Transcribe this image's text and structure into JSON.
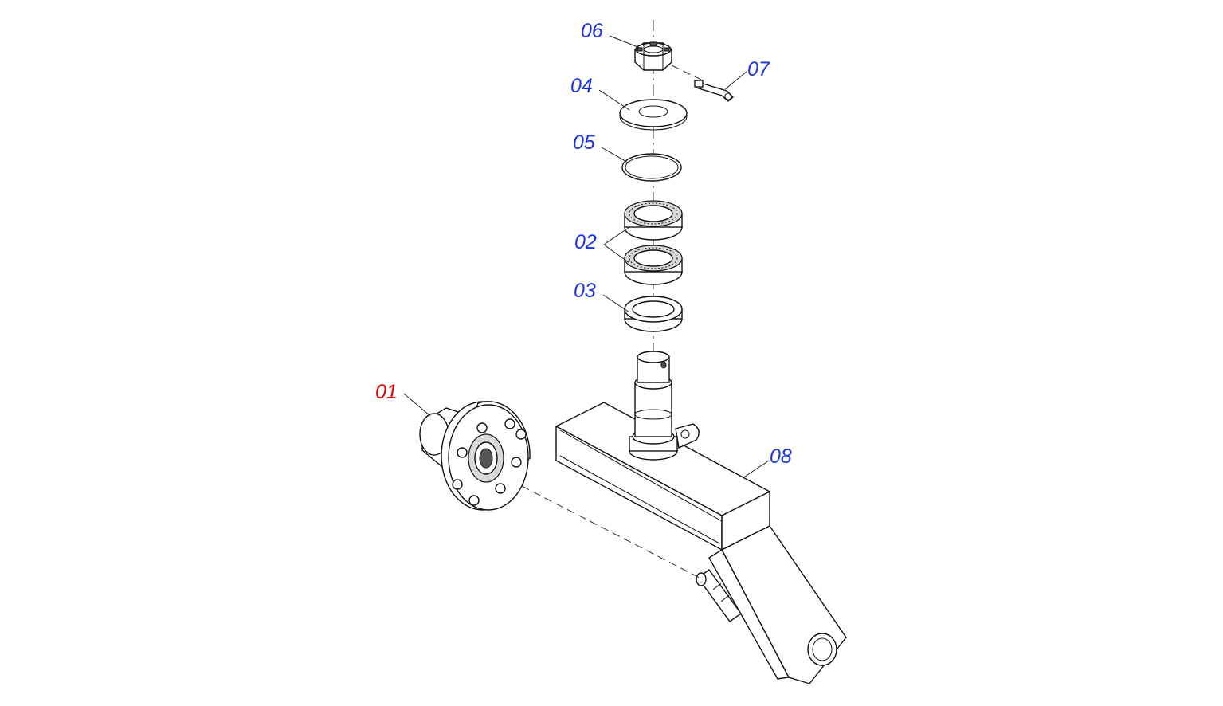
{
  "diagram": {
    "colors": {
      "highlight": "#e60000",
      "callout": "#1a33e6",
      "line": "#111111"
    },
    "callouts": [
      {
        "id": "06",
        "label": "06",
        "color": "callout"
      },
      {
        "id": "07",
        "label": "07",
        "color": "callout"
      },
      {
        "id": "04",
        "label": "04",
        "color": "callout"
      },
      {
        "id": "05",
        "label": "05",
        "color": "callout"
      },
      {
        "id": "02",
        "label": "02",
        "color": "callout"
      },
      {
        "id": "03",
        "label": "03",
        "color": "callout"
      },
      {
        "id": "01",
        "label": "01",
        "color": "highlight"
      },
      {
        "id": "08",
        "label": "08",
        "color": "callout"
      }
    ]
  }
}
